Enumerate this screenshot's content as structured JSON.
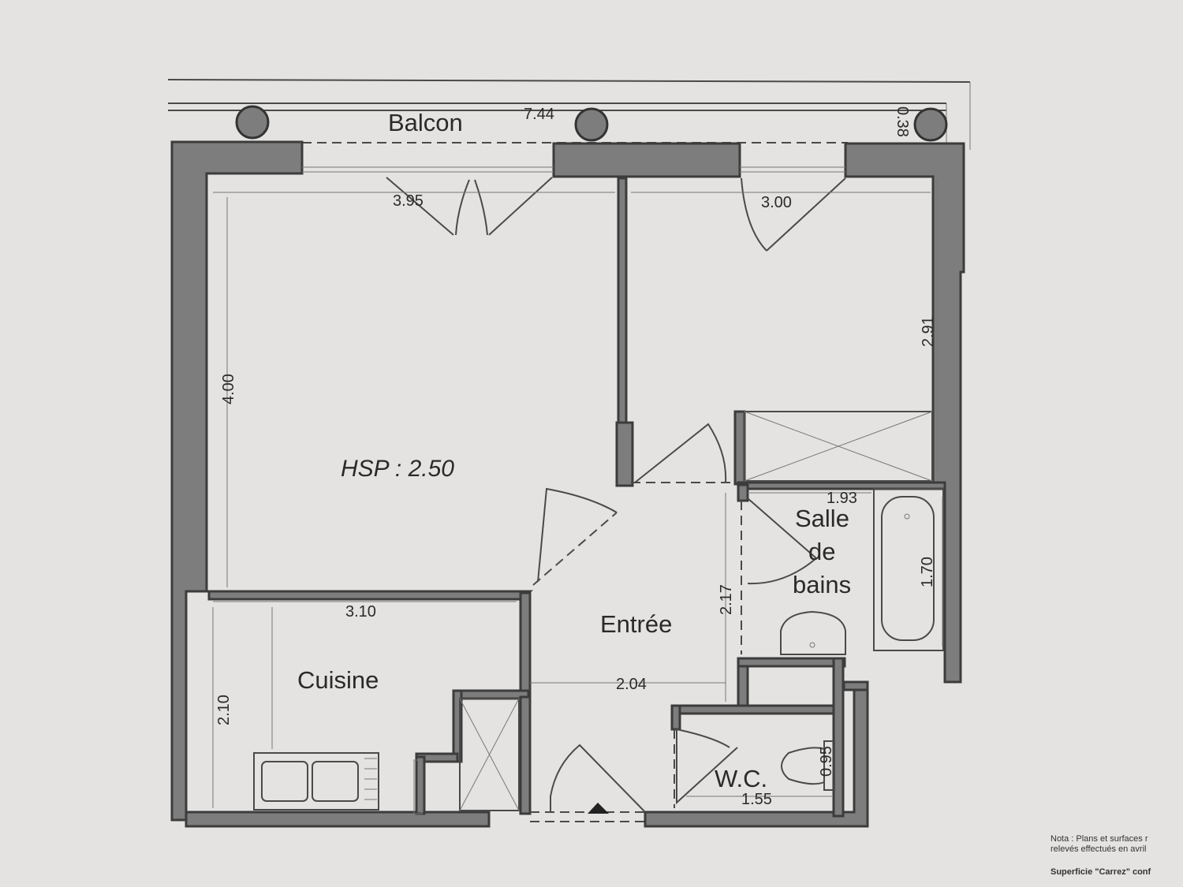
{
  "rooms": {
    "balcon": "Balcon",
    "entree": "Entrée",
    "cuisine": "Cuisine",
    "salle_de_bains": [
      "Salle",
      "de",
      "bains"
    ],
    "wc": "W.C."
  },
  "hsp": "HSP : 2.50",
  "dimensions": {
    "balcony_length": "7.44",
    "balcony_depth": "0.38",
    "living_width": "3.95",
    "bedroom_width": "3.00",
    "living_height": "4.00",
    "bedroom_height": "2.91",
    "kitchen_width": "3.10",
    "kitchen_height": "2.10",
    "bath_width": "1.93",
    "bath_tub_length": "1.70",
    "entree_height": "2.17",
    "entree_width": "2.04",
    "wc_depth": "0.95",
    "wc_width": "1.55"
  },
  "note": {
    "line1": "Nota : Plans et surfaces r",
    "line2": "relevés effectués en avril",
    "line3": "Superficie \"Carrez\" conf"
  },
  "colors": {
    "paper": "#e4e3e1",
    "wall_fill": "#7d7d7d",
    "ink": "#2a2a2a"
  }
}
